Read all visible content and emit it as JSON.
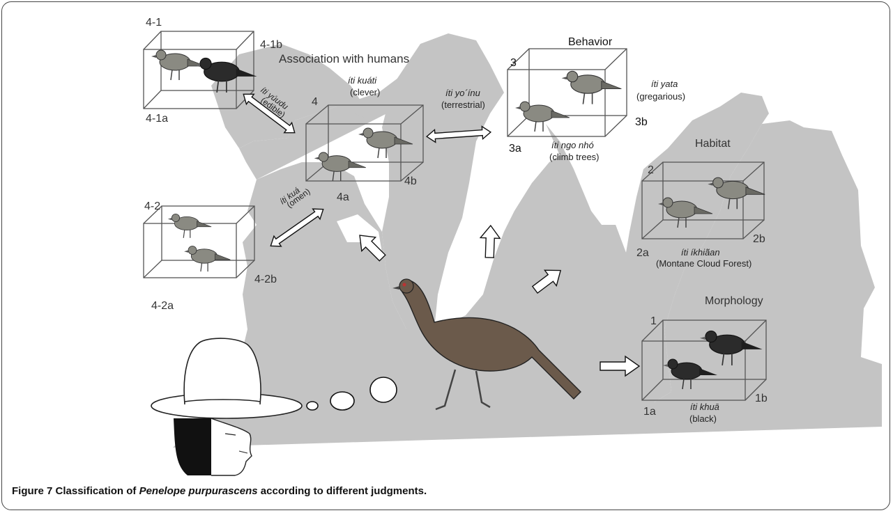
{
  "colors": {
    "silhouette": "#c4c4c4",
    "box_stroke": "#555555",
    "text": "#222222",
    "frame": "#444444"
  },
  "categories": {
    "association": {
      "title": "Association with humans",
      "box4": {
        "id": "4",
        "sub_a": "4a",
        "sub_b": "4b",
        "term": "íti kuáti",
        "gloss": "(clever)"
      },
      "box4_1": {
        "id": "4-1",
        "sub_a": "4-1a",
        "sub_b": "4-1b",
        "term": "íti yúudu",
        "gloss": "(edible)"
      },
      "box4_2": {
        "id": "4-2",
        "sub_a": "4-2a",
        "sub_b": "4-2b",
        "term": "íti kuá",
        "gloss": "(omen)"
      }
    },
    "behavior": {
      "title": "Behavior",
      "box": {
        "id": "3",
        "sub_a": "3a",
        "sub_b": "3b"
      },
      "terrestrial": {
        "term": "íti yo´ínu",
        "gloss": "(terrestrial)"
      },
      "gregarious": {
        "term": "íti yata",
        "gloss": "(gregarious)"
      },
      "climb": {
        "term": "íti ngo nhó",
        "gloss": "(climb trees)"
      }
    },
    "habitat": {
      "title": "Habitat",
      "box": {
        "id": "2",
        "sub_a": "2a",
        "sub_b": "2b",
        "term": "íti íkhiãan",
        "gloss": "(Montane Cloud Forest)"
      }
    },
    "morphology": {
      "title": "Morphology",
      "box": {
        "id": "1",
        "sub_a": "1a",
        "sub_b": "1b",
        "term": "íti khuā",
        "gloss": "(black)"
      }
    }
  },
  "icons": [
    "bird-icon",
    "arrow-icon",
    "double-arrow-icon",
    "sombrero-icon",
    "thought-bubble-icon"
  ],
  "caption": {
    "label": "Figure 7",
    "text_before": " Classification of ",
    "species": "Penelope purpurascens",
    "text_after": " according to different judgments."
  }
}
